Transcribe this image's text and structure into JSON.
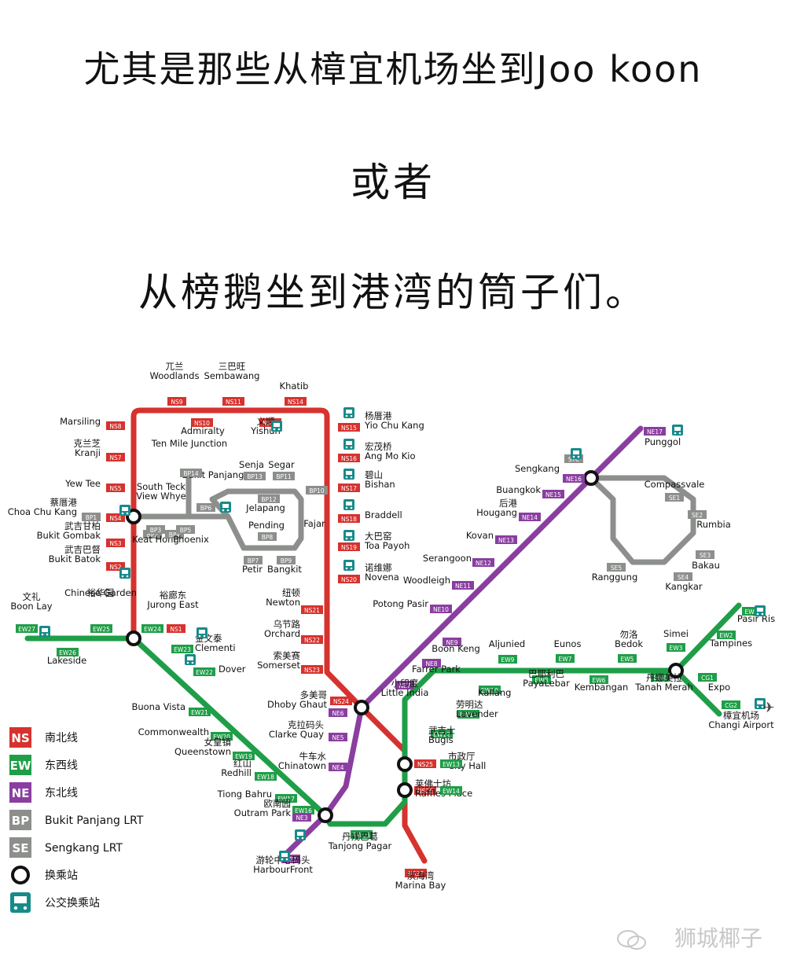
{
  "captions": {
    "line1": "尤其是那些从樟宜机场坐到Joo koon",
    "line2": "或者",
    "line3": "从榜鹅坐到港湾的筒子们。"
  },
  "watermark": "狮城椰子",
  "colors": {
    "ns": "#d6322e",
    "ew": "#1f9e48",
    "ne": "#8a3ea0",
    "lrt": "#8c8f8c",
    "bus": "#178a8a"
  },
  "legend": [
    {
      "code": "NS",
      "label": "南北线",
      "color": "#d6322e"
    },
    {
      "code": "EW",
      "label": "东西线",
      "color": "#1f9e48"
    },
    {
      "code": "NE",
      "label": "东北线",
      "color": "#8a3ea0"
    },
    {
      "code": "BP",
      "label": "Bukit Panjang LRT",
      "color": "#8c8f8c"
    },
    {
      "code": "SE",
      "label": "Sengkang LRT",
      "color": "#8c8f8c"
    },
    {
      "code": "",
      "label": "换乘站",
      "icon": "interchange-icon"
    },
    {
      "code": "",
      "label": "公交换乘站",
      "icon": "bus-icon"
    }
  ],
  "stations": [
    {
      "code": "NS9",
      "cn": "兀兰",
      "en": "Woodlands",
      "line": "ns"
    },
    {
      "code": "NS10",
      "cn": "",
      "en": "Admiralty",
      "line": "ns"
    },
    {
      "code": "NS11",
      "cn": "三巴旺",
      "en": "Sembawang",
      "line": "ns"
    },
    {
      "code": "NS13",
      "cn": "义顺",
      "en": "Yishun",
      "line": "ns"
    },
    {
      "code": "NS14",
      "cn": "",
      "en": "Khatib",
      "line": "ns"
    },
    {
      "code": "NS15",
      "cn": "杨厝港",
      "en": "Yio Chu Kang",
      "line": "ns"
    },
    {
      "code": "NS16",
      "cn": "宏茂桥",
      "en": "Ang Mo Kio",
      "line": "ns"
    },
    {
      "code": "NS17",
      "cn": "碧山",
      "en": "Bishan",
      "line": "ns"
    },
    {
      "code": "NS18",
      "cn": "",
      "en": "Braddell",
      "line": "ns"
    },
    {
      "code": "NS19",
      "cn": "大巴窑",
      "en": "Toa Payoh",
      "line": "ns"
    },
    {
      "code": "NS20",
      "cn": "诺维娜",
      "en": "Novena",
      "line": "ns"
    },
    {
      "code": "NS21",
      "cn": "纽顿",
      "en": "Newton",
      "line": "ns"
    },
    {
      "code": "NS22",
      "cn": "乌节路",
      "en": "Orchard",
      "line": "ns"
    },
    {
      "code": "NS23",
      "cn": "索美赛",
      "en": "Somerset",
      "line": "ns"
    },
    {
      "code": "NS24",
      "cn": "多美哥",
      "en": "Dhoby Ghaut",
      "line": "ns"
    },
    {
      "code": "NS25",
      "cn": "市政厅",
      "en": "City Hall",
      "line": "ns"
    },
    {
      "code": "NS26",
      "cn": "莱佛士坊",
      "en": "Raffles Place",
      "line": "ns"
    },
    {
      "code": "NS27",
      "cn": "滨海湾",
      "en": "Marina Bay",
      "line": "ns"
    },
    {
      "code": "NS8",
      "cn": "",
      "en": "Marsiling",
      "line": "ns"
    },
    {
      "code": "NS7",
      "cn": "克兰芝",
      "en": "Kranji",
      "line": "ns"
    },
    {
      "code": "NS5",
      "cn": "",
      "en": "Yew Tee",
      "line": "ns"
    },
    {
      "code": "NS4",
      "cn": "蔡厝港",
      "en": "Choa Chu Kang",
      "line": "ns"
    },
    {
      "code": "NS3",
      "cn": "武吉甘柏",
      "en": "Bukit Gombak",
      "line": "ns"
    },
    {
      "code": "NS2",
      "cn": "武吉巴督",
      "en": "Bukit Batok",
      "line": "ns"
    },
    {
      "code": "NS1",
      "cn": "裕廊东",
      "en": "Jurong East",
      "line": "ns"
    },
    {
      "code": "EW27",
      "cn": "文礼",
      "en": "Boon Lay",
      "line": "ew"
    },
    {
      "code": "EW26",
      "cn": "",
      "en": "Lakeside",
      "line": "ew"
    },
    {
      "code": "EW25",
      "cn": "裕华园",
      "en": "Chinese Garden",
      "line": "ew"
    },
    {
      "code": "EW24",
      "cn": "",
      "en": "",
      "line": "ew"
    },
    {
      "code": "EW23",
      "cn": "金文泰",
      "en": "Clementi",
      "line": "ew"
    },
    {
      "code": "EW22",
      "cn": "",
      "en": "Dover",
      "line": "ew"
    },
    {
      "code": "EW21",
      "cn": "",
      "en": "Buona Vista",
      "line": "ew"
    },
    {
      "code": "EW20",
      "cn": "",
      "en": "Commonwealth",
      "line": "ew"
    },
    {
      "code": "EW19",
      "cn": "女皇镇",
      "en": "Queenstown",
      "line": "ew"
    },
    {
      "code": "EW18",
      "cn": "红山",
      "en": "Redhill",
      "line": "ew"
    },
    {
      "code": "EW17",
      "cn": "",
      "en": "Tiong Bahru",
      "line": "ew"
    },
    {
      "code": "EW16",
      "cn": "欧南园",
      "en": "Outram Park",
      "line": "ew"
    },
    {
      "code": "EW15",
      "cn": "丹戎巴葛",
      "en": "Tanjong Pagar",
      "line": "ew"
    },
    {
      "code": "EW14",
      "cn": "",
      "en": "",
      "line": "ew"
    },
    {
      "code": "EW13",
      "cn": "",
      "en": "",
      "line": "ew"
    },
    {
      "code": "EW12",
      "cn": "武吉士",
      "en": "Bugis",
      "line": "ew"
    },
    {
      "code": "EW11",
      "cn": "劳明达",
      "en": "Lavender",
      "line": "ew"
    },
    {
      "code": "EW10",
      "cn": "",
      "en": "Kallang",
      "line": "ew"
    },
    {
      "code": "EW9",
      "cn": "",
      "en": "Aljunied",
      "line": "ew"
    },
    {
      "code": "EW8",
      "cn": "巴耶利巴",
      "en": "PayaLebar",
      "line": "ew"
    },
    {
      "code": "EW7",
      "cn": "",
      "en": "Eunos",
      "line": "ew"
    },
    {
      "code": "EW6",
      "cn": "",
      "en": "Kembangan",
      "line": "ew"
    },
    {
      "code": "EW5",
      "cn": "勿洛",
      "en": "Bedok",
      "line": "ew"
    },
    {
      "code": "EW4",
      "cn": "丹娜美拉",
      "en": "Tanah Merah",
      "line": "ew"
    },
    {
      "code": "EW3",
      "cn": "",
      "en": "Simei",
      "line": "ew"
    },
    {
      "code": "EW2",
      "cn": "",
      "en": "Tampines",
      "line": "ew"
    },
    {
      "code": "EW1",
      "cn": "",
      "en": "Pasir Ris",
      "line": "ew"
    },
    {
      "code": "CG1",
      "cn": "",
      "en": "Expo",
      "line": "ew"
    },
    {
      "code": "CG2",
      "cn": "樟宜机场",
      "en": "Changi Airport",
      "line": "ew"
    },
    {
      "code": "NE1",
      "cn": "游轮中心码头",
      "en": "HarbourFront",
      "line": "ne"
    },
    {
      "code": "NE3",
      "cn": "",
      "en": "",
      "line": "ne"
    },
    {
      "code": "NE4",
      "cn": "牛车水",
      "en": "Chinatown",
      "line": "ne"
    },
    {
      "code": "NE5",
      "cn": "克拉码头",
      "en": "Clarke Quay",
      "line": "ne"
    },
    {
      "code": "NE6",
      "cn": "",
      "en": "",
      "line": "ne"
    },
    {
      "code": "NE7",
      "cn": "小印度",
      "en": "Little India",
      "line": "ne"
    },
    {
      "code": "NE8",
      "cn": "",
      "en": "Farrer Park",
      "line": "ne"
    },
    {
      "code": "NE9",
      "cn": "",
      "en": "Boon Keng",
      "line": "ne"
    },
    {
      "code": "NE10",
      "cn": "",
      "en": "Potong Pasir",
      "line": "ne"
    },
    {
      "code": "NE11",
      "cn": "",
      "en": "Woodleigh",
      "line": "ne"
    },
    {
      "code": "NE12",
      "cn": "",
      "en": "Serangoon",
      "line": "ne"
    },
    {
      "code": "NE13",
      "cn": "",
      "en": "Kovan",
      "line": "ne"
    },
    {
      "code": "NE14",
      "cn": "后港",
      "en": "Hougang",
      "line": "ne"
    },
    {
      "code": "NE15",
      "cn": "",
      "en": "Buangkok",
      "line": "ne"
    },
    {
      "code": "NE16",
      "cn": "",
      "en": "Sengkang",
      "line": "ne"
    },
    {
      "code": "NE17",
      "cn": "",
      "en": "Punggol",
      "line": "ne"
    },
    {
      "code": "BP1",
      "cn": "",
      "en": "",
      "line": "lrt"
    },
    {
      "code": "BP2",
      "cn": "",
      "en": "South Teck",
      "line": "lrt"
    },
    {
      "code": "BP3",
      "cn": "",
      "en": "Keat Hong",
      "line": "lrt"
    },
    {
      "code": "BP4",
      "cn": "",
      "en": "View Whye",
      "line": "lrt"
    },
    {
      "code": "BP5",
      "cn": "",
      "en": "Phoenix",
      "line": "lrt"
    },
    {
      "code": "BP6",
      "cn": "",
      "en": "Bukit Panjang",
      "line": "lrt"
    },
    {
      "code": "BP7",
      "cn": "",
      "en": "Petir",
      "line": "lrt"
    },
    {
      "code": "BP8",
      "cn": "",
      "en": "Pending",
      "line": "lrt"
    },
    {
      "code": "BP9",
      "cn": "",
      "en": "Bangkit",
      "line": "lrt"
    },
    {
      "code": "BP10",
      "cn": "",
      "en": "Fajar",
      "line": "lrt"
    },
    {
      "code": "BP11",
      "cn": "",
      "en": "Segar",
      "line": "lrt"
    },
    {
      "code": "BP12",
      "cn": "",
      "en": "Jelapang",
      "line": "lrt"
    },
    {
      "code": "BP13",
      "cn": "",
      "en": "Senja",
      "line": "lrt"
    },
    {
      "code": "BP14",
      "cn": "",
      "en": "Ten Mile Junction",
      "line": "lrt"
    },
    {
      "code": "SE1",
      "cn": "",
      "en": "Compassvale",
      "line": "lrt"
    },
    {
      "code": "SE2",
      "cn": "",
      "en": "Rumbia",
      "line": "lrt"
    },
    {
      "code": "SE3",
      "cn": "",
      "en": "Bakau",
      "line": "lrt"
    },
    {
      "code": "SE4",
      "cn": "",
      "en": "Kangkar",
      "line": "lrt"
    },
    {
      "code": "SE5",
      "cn": "",
      "en": "Ranggung",
      "line": "lrt"
    },
    {
      "code": "STC",
      "cn": "",
      "en": "",
      "line": "lrt"
    }
  ]
}
